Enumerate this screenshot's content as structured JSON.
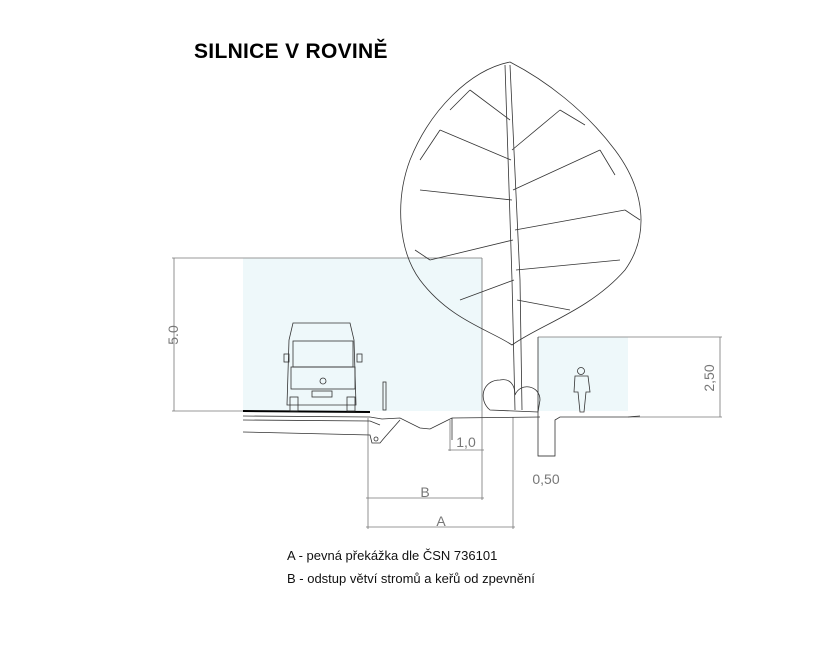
{
  "title": "SILNICE V ROVINĚ",
  "dimensions": {
    "clearance_height": "5.0",
    "sidewalk_height": "2,50",
    "offset_1": "1,0",
    "offset_2": "0,50",
    "dim_a": "A",
    "dim_b": "B"
  },
  "legend": [
    "A - pevná překážka dle ČSN 736101",
    "B - odstup větví stromů a keřů od zpevnění"
  ],
  "colors": {
    "clearance_fill": "#eef8fa",
    "line": "#333333",
    "dim": "#777777"
  }
}
